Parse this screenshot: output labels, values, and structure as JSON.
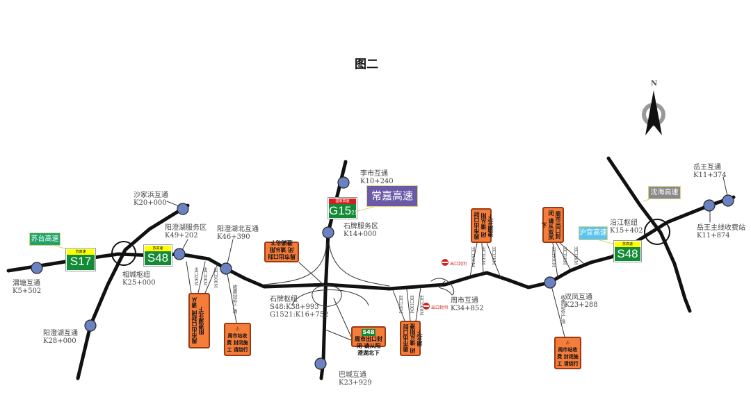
{
  "title": "图二",
  "compass": "N",
  "nodes": [
    {
      "name": "渭塘互通",
      "km": "K5+502"
    },
    {
      "name": "沙家浜互通",
      "km": "K20+000"
    },
    {
      "name": "阳澄湖服务区",
      "km": "K49+202"
    },
    {
      "name": "阳澄湖北互通",
      "km": "K46+390"
    },
    {
      "name": "相城枢纽",
      "km": "K25+000"
    },
    {
      "name": "阳澄湖互通",
      "km": "K28+000"
    },
    {
      "name": "李市互通",
      "km": "K10+240"
    },
    {
      "name": "石牌服务区",
      "km": "K14+000"
    },
    {
      "name": "石牌枢纽",
      "km": "S48:K38+993",
      "km2": "G1521:K16+752"
    },
    {
      "name": "巴城互通",
      "km": "K23+929"
    },
    {
      "name": "周市互通",
      "km": "K34+852"
    },
    {
      "name": "双凤互通",
      "km": "K23+288"
    },
    {
      "name": "沿江枢纽",
      "km": "K15+402"
    },
    {
      "name": "岳王互通",
      "km": "K11+374"
    },
    {
      "name": "岳王主线收费站",
      "km": "K11+874"
    }
  ],
  "shields": {
    "s17": {
      "top": "苏高速",
      "code": "S17"
    },
    "s48a": {
      "top": "苏高速",
      "code": "S48"
    },
    "s48b": {
      "top": "苏高速",
      "code": "S48"
    },
    "g15": {
      "top": "国家高速",
      "code": "G15",
      "sub": "21"
    }
  },
  "callouts": {
    "sutai": "苏台高速",
    "changjia": "常嘉高速",
    "shenhai": "沈海高速",
    "huyi": "沪宜高速"
  },
  "signs": {
    "close_yangcheng": "周市出口封闭 请从阳澄湖北下",
    "close_shuangfeng": "周市出口封闭 请从双凤下",
    "toll_closed": "周市站收费 封闭施工 请绕行",
    "s48_tag": "S48",
    "toll_plaza": "收费站外广场",
    "exit_closed": "出口封闭"
  },
  "distances": {
    "d1": "出口2KM",
    "d2": "出口1KM",
    "d3": "出口500M"
  }
}
